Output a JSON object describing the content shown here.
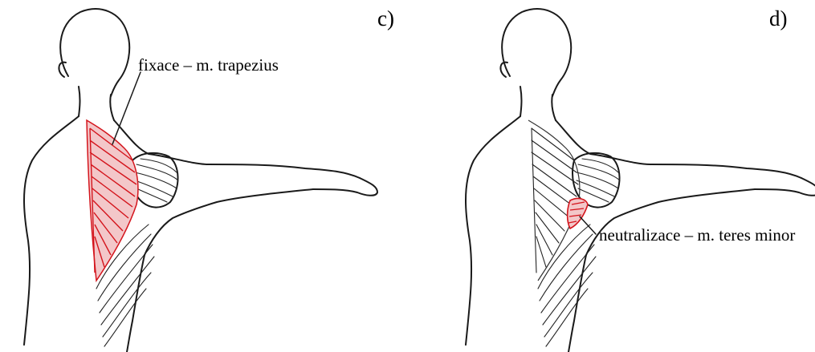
{
  "panels": [
    {
      "letter": "c)",
      "label": "fixace – m. trapezius",
      "highlighted_muscle": "trapezius",
      "highlight_color": "#d4141c"
    },
    {
      "letter": "d)",
      "label": "neutralizace – m. teres minor",
      "highlighted_muscle": "teres minor",
      "highlight_color": "#d4141c"
    }
  ],
  "colors": {
    "ink": "#1a1a1a",
    "highlight": "#d4141c",
    "background": "#ffffff"
  }
}
